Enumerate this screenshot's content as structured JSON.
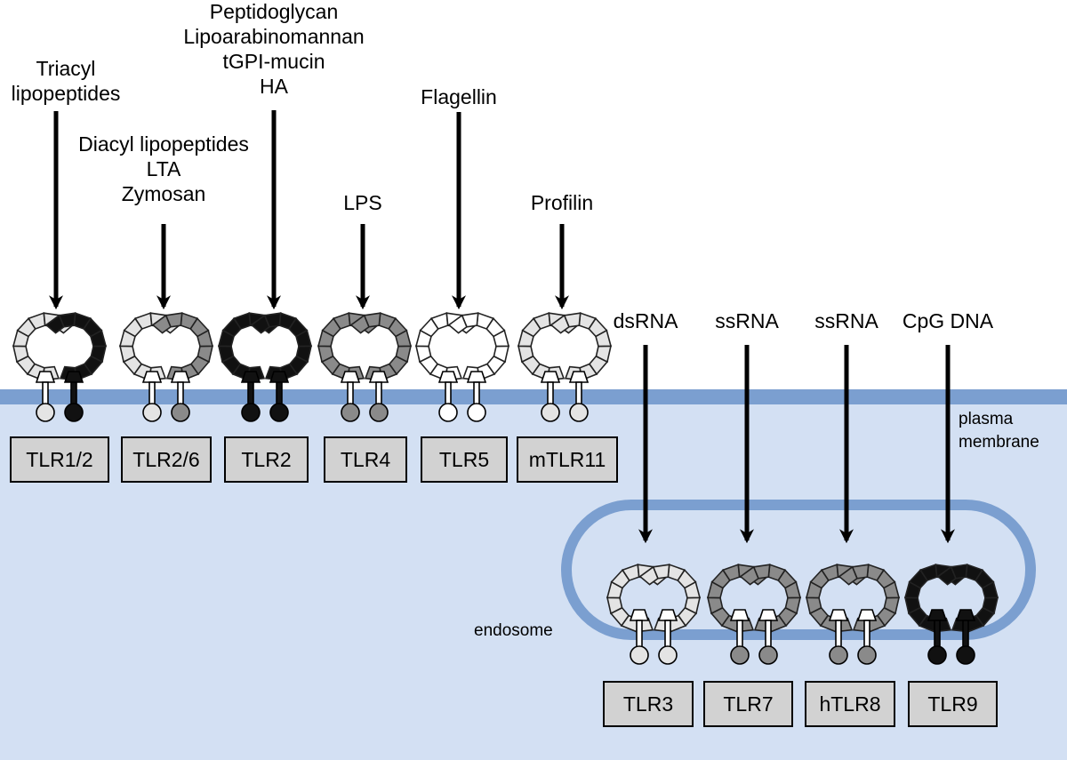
{
  "colors": {
    "cytoplasm": "#d3e0f3",
    "membrane": "#7b9fd0",
    "box_fill": "#d2d2d2",
    "light": "#e4e4e4",
    "mid": "#8a8a8a",
    "dark": "#111111",
    "white": "#ffffff"
  },
  "membrane_labels": {
    "plasma": [
      "plasma",
      "membrane"
    ],
    "endosome": "endosome"
  },
  "surface_receptors": [
    {
      "name": "TLR1/2",
      "ligands": [
        "Triacyl",
        "lipopeptides"
      ],
      "left_shade": "light",
      "right_shade": "dark"
    },
    {
      "name": "TLR2/6",
      "ligands": [
        "Diacyl lipopeptides",
        "LTA",
        "Zymosan"
      ],
      "left_shade": "light",
      "right_shade": "mid"
    },
    {
      "name": "TLR2",
      "ligands": [
        "Peptidoglycan",
        "Lipoarabinomannan",
        "tGPI-mucin",
        "HA"
      ],
      "left_shade": "dark",
      "right_shade": "dark"
    },
    {
      "name": "TLR4",
      "ligands": [
        "LPS"
      ],
      "left_shade": "mid",
      "right_shade": "mid"
    },
    {
      "name": "TLR5",
      "ligands": [
        "Flagellin"
      ],
      "left_shade": "white",
      "right_shade": "white"
    },
    {
      "name": "mTLR11",
      "ligands": [
        "Profilin"
      ],
      "left_shade": "light",
      "right_shade": "light"
    }
  ],
  "endosomal_receptors": [
    {
      "name": "TLR3",
      "ligands": [
        "dsRNA"
      ],
      "left_shade": "light",
      "right_shade": "light"
    },
    {
      "name": "TLR7",
      "ligands": [
        "ssRNA"
      ],
      "left_shade": "mid",
      "right_shade": "mid"
    },
    {
      "name": "hTLR8",
      "ligands": [
        "ssRNA"
      ],
      "left_shade": "mid",
      "right_shade": "mid"
    },
    {
      "name": "TLR9",
      "ligands": [
        "CpG DNA"
      ],
      "left_shade": "dark",
      "right_shade": "dark"
    }
  ]
}
